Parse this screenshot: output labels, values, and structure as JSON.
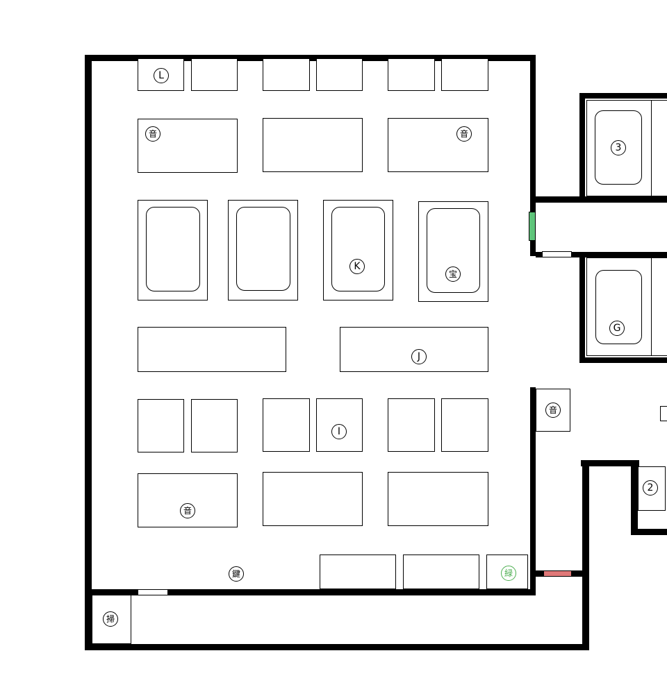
{
  "colors": {
    "wall": "#000000",
    "green_door": "#5ec47a",
    "red_door": "#e07878",
    "white_door": "#ffffff",
    "green_mark": "#4caf50"
  },
  "markers": {
    "L": "L",
    "K": "K",
    "J": "J",
    "I": "I",
    "G": "G",
    "three": "3",
    "two": "2",
    "sound": "音",
    "treasure": "宝",
    "key": "鍵",
    "green": "緑",
    "sweep": "掃"
  }
}
